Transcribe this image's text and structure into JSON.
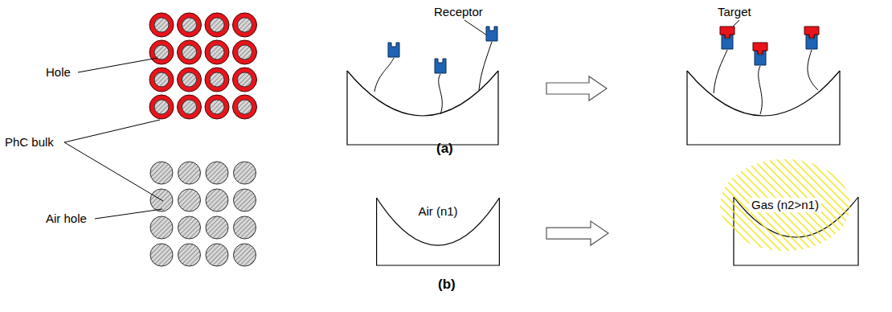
{
  "diagram": {
    "nodes": [
      {
        "text": [
          "Air (n1)"
        ]
      },
      {
        "text": [
          "Gas (n2>n1)"
        ]
      }
    ],
    "edges": [
      {
        "from": 0,
        "to": 1,
        "arrow": "to"
      }
    ],
    "labels": [
      "Hole",
      "PhC bulk",
      "Air hole",
      "Receptor",
      "Target",
      "(a)",
      "(b)"
    ]
  }
}
